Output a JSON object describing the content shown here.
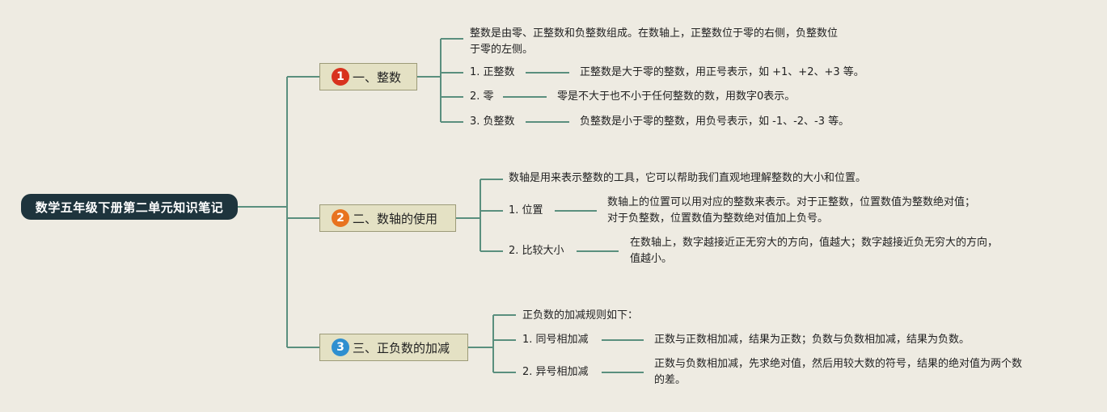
{
  "colors": {
    "line": "#5a8f7e",
    "badge1": "#d8321e",
    "badge2": "#e8731f",
    "badge3": "#2e8fd0"
  },
  "root": "数学五年级下册第二单元知识笔记",
  "branches": [
    {
      "badge": "1",
      "label": "一、整数",
      "intro": [
        "整数是由零、正整数和负整数组成。在数轴上，正整数位于零的右侧，负整数位",
        "于零的左侧。"
      ],
      "items": [
        {
          "label": "1. 正整数",
          "desc": [
            "正整数是大于零的整数，用正号表示，如 +1、+2、+3 等。"
          ]
        },
        {
          "label": "2. 零",
          "desc": [
            "零是不大于也不小于任何整数的数，用数字0表示。"
          ]
        },
        {
          "label": "3. 负整数",
          "desc": [
            "负整数是小于零的整数，用负号表示，如 -1、-2、-3 等。"
          ]
        }
      ]
    },
    {
      "badge": "2",
      "label": "二、数轴的使用",
      "intro": [
        "数轴是用来表示整数的工具，它可以帮助我们直观地理解整数的大小和位置。"
      ],
      "items": [
        {
          "label": "1. 位置",
          "desc": [
            "数轴上的位置可以用对应的整数来表示。对于正整数，位置数值为整数绝对值；",
            "对于负整数，位置数值为整数绝对值加上负号。"
          ]
        },
        {
          "label": "2. 比较大小",
          "desc": [
            "在数轴上，数字越接近正无穷大的方向，值越大；数字越接近负无穷大的方向，",
            "值越小。"
          ]
        }
      ]
    },
    {
      "badge": "3",
      "label": "三、正负数的加减",
      "intro": [
        "正负数的加减规则如下："
      ],
      "items": [
        {
          "label": "1. 同号相加减",
          "desc": [
            "正数与正数相加减，结果为正数；负数与负数相加减，结果为负数。"
          ]
        },
        {
          "label": "2. 异号相加减",
          "desc": [
            "正数与负数相加减，先求绝对值，然后用较大数的符号，结果的绝对值为两个数",
            "的差。"
          ]
        }
      ]
    }
  ]
}
